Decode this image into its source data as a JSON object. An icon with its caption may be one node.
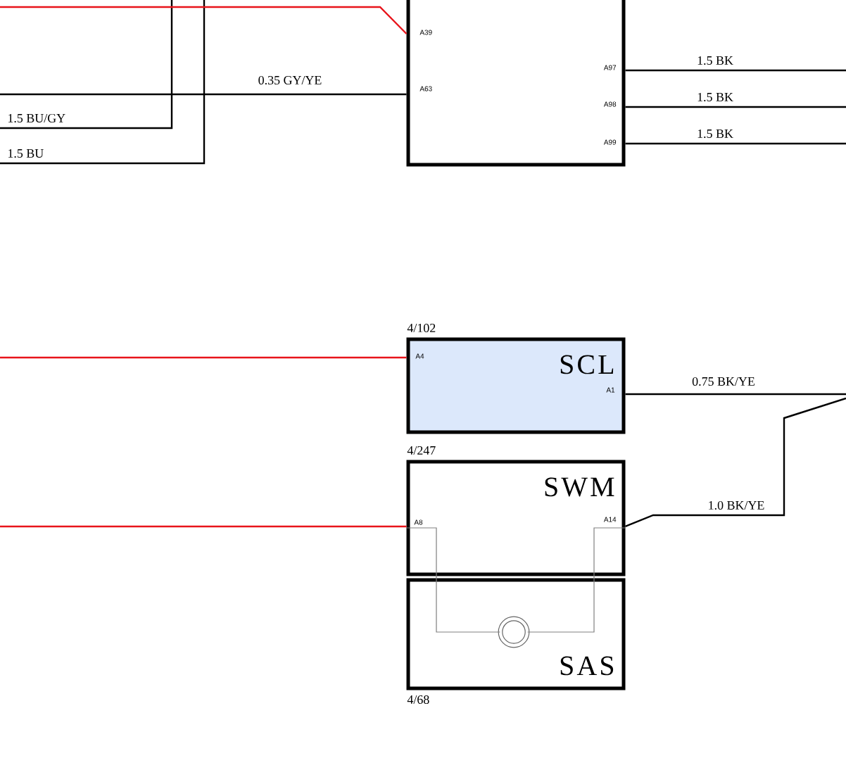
{
  "diagram": {
    "nodes": [
      {
        "text": [
          "A39",
          "A63",
          "A97",
          "A98",
          "A99"
        ]
      },
      {
        "text": [
          "4/102",
          "SCL",
          "A4",
          "A1"
        ]
      },
      {
        "text": [
          "4/247",
          "SWM",
          "A8",
          "A14"
        ]
      },
      {
        "text": [
          "SAS",
          "4/68"
        ]
      },
      {
        "text": [],
        "shape": "circle",
        "in": 3
      }
    ],
    "edges": [
      {
        "from": null,
        "to": 0,
        "arrow": "none",
        "color": "#e8141b"
      },
      {
        "from": null,
        "to": 0,
        "arrow": "none",
        "label": "0.35 GY/YE"
      },
      {
        "from": 0,
        "to": null,
        "arrow": "none",
        "label": "1.5 BK"
      },
      {
        "from": 0,
        "to": null,
        "arrow": "none",
        "label": "1.5 BK"
      },
      {
        "from": 0,
        "to": null,
        "arrow": "none",
        "label": "1.5 BK"
      },
      {
        "from": null,
        "to": 1,
        "arrow": "none",
        "color": "#e8141b"
      },
      {
        "from": 1,
        "to": null,
        "arrow": "none",
        "label": "0.75 BK/YE"
      },
      {
        "from": null,
        "to": 2,
        "arrow": "none",
        "color": "#e8141b"
      },
      {
        "from": 2,
        "to": null,
        "arrow": "none",
        "label": "1.0 BK/YE"
      },
      {
        "from": 2,
        "to": 4,
        "arrow": "none",
        "color": "#808080"
      },
      {
        "from": 4,
        "to": 2,
        "arrow": "none",
        "color": "#808080"
      }
    ],
    "labels": [
      "1.5 BU/GY",
      "1.5 BU"
    ]
  }
}
